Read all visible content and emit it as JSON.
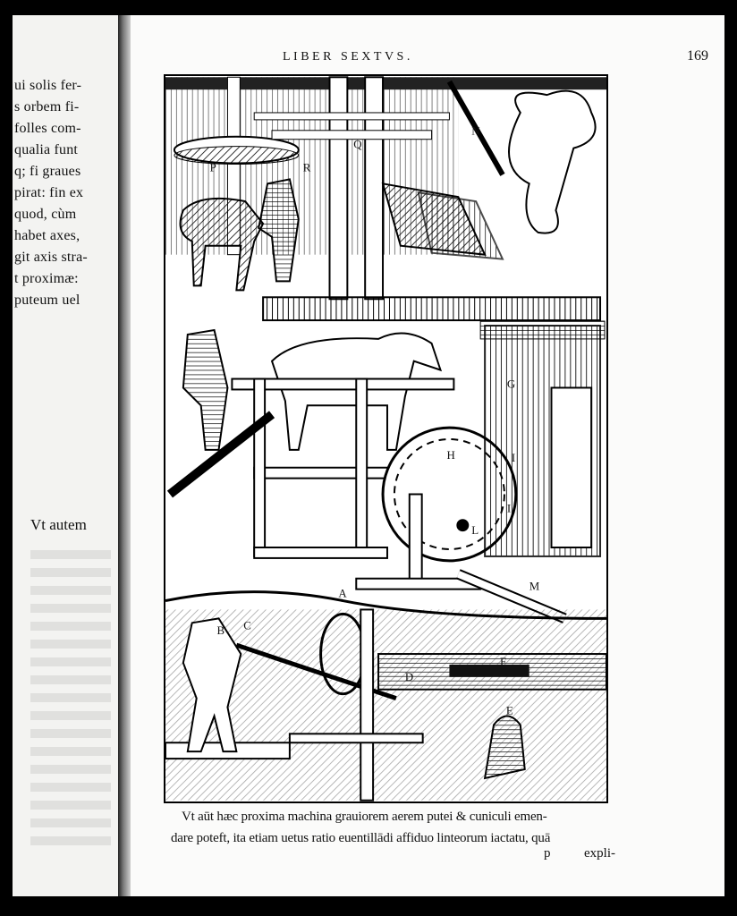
{
  "left_page": {
    "lines": [
      "ui solis fer-",
      "s orbem fi-",
      "folles com-",
      "qualia funt",
      "q; fi graues",
      "pirat: fin ex",
      "quod, cùm",
      "habet axes,",
      "git axis stra-",
      "t proximæ:",
      "puteum uel"
    ],
    "vt_autem": "Vt autem"
  },
  "right_page": {
    "running_head": "LIBER SEXTVS.",
    "page_number": "169",
    "figure_labels": [
      "P",
      "R",
      "Q",
      "N",
      "G",
      "H",
      "I",
      "I",
      "L",
      "M",
      "A",
      "B",
      "C",
      "D",
      "F",
      "E"
    ],
    "caption_line1": "Vt aūt hæc proxima machina grauiorem aerem putei & cuniculi emen-",
    "caption_line2": "dare poteft, ita etiam uetus ratio euentillādi affiduo linteorum iactatu, quā",
    "catchword_signature": "p",
    "catchword": "expli-"
  }
}
